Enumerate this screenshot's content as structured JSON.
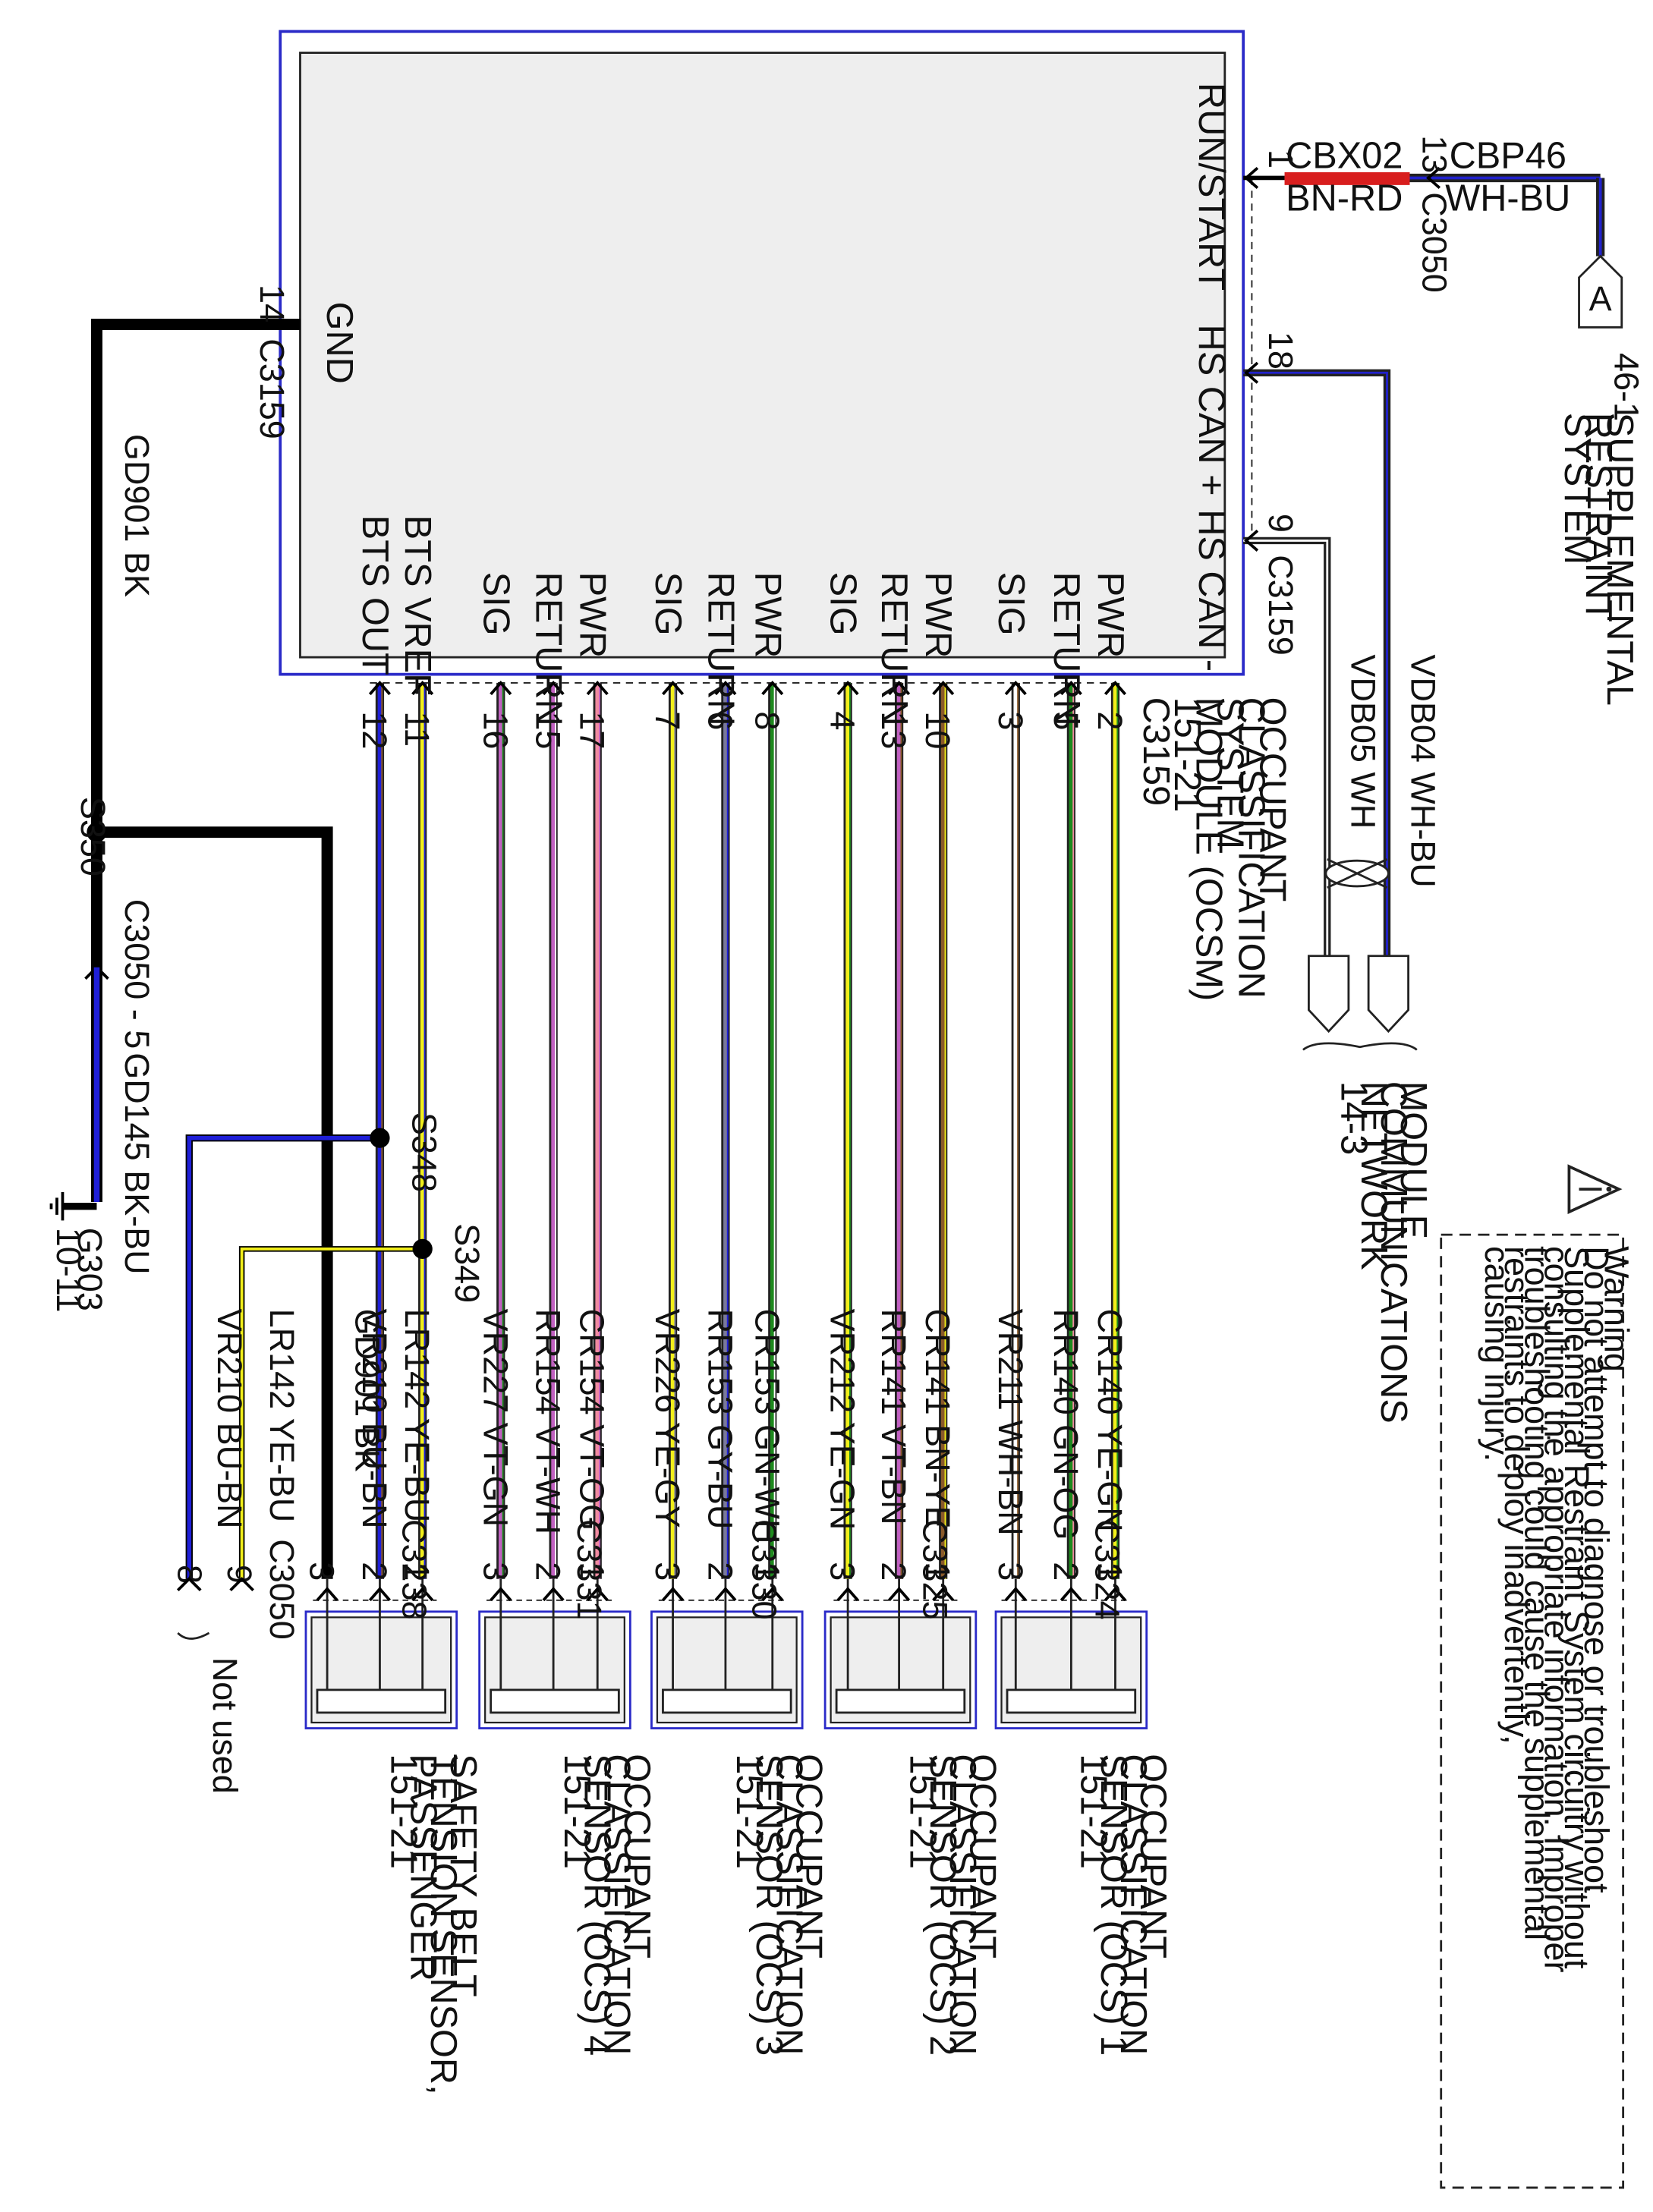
{
  "colors": {
    "BK": "#000000",
    "BU": "#1f1fd8",
    "YE": "#f2ef1a",
    "GN": "#1e8a1e",
    "WH": "#ffffff",
    "GY": "#7a7a9a",
    "VT": "#c060c0",
    "OG": "#f08aa0",
    "BN": "#8a5a2a",
    "RD": "#d81e1e",
    "PK": "#f080c0",
    "module_fill": "#eeeeee",
    "frame": "#2a2ac8"
  },
  "module": {
    "title": [
      "OCCUPANT",
      "CLASSIFICATION",
      "SYSTEM",
      "MODULE (OCSM)",
      "151-21"
    ],
    "connector": "C3159",
    "left_pins": [
      {
        "label": "RUN/START",
        "pin": "1"
      },
      {
        "label": "HS CAN +",
        "pin": "18"
      },
      {
        "label": "HS CAN -",
        "pin": "9",
        "conn": "C3159"
      }
    ],
    "gnd": {
      "label": "GND",
      "pin": "14",
      "conn": "C3159"
    }
  },
  "top_side": {
    "cbx02": "CBX02",
    "cbx02_color": "BN-RD",
    "c3050_pin": "13",
    "c3050": "C3050",
    "cbp46": "CBP46",
    "cbp46_color": "WH-BU",
    "sr_marker": "A",
    "sr_ref": "46-1",
    "sr_title": [
      "SUPPLEMENTAL",
      "RESTRAINT",
      "SYSTEM"
    ]
  },
  "network": {
    "vdb04": "VDB04  WH-BU",
    "vdb05": "VDB05  WH",
    "title": [
      "MODULE",
      "COMMUNICATIONS",
      "NETWORK",
      "14-3"
    ]
  },
  "ground": {
    "wire1": "GD901  BK",
    "splice": "S350",
    "conn": "C3050 - 5",
    "wire2": "GD145  BK-BU",
    "g": "G303",
    "gref": "10-11"
  },
  "pins": [
    {
      "func": "PWR",
      "pin": "2",
      "code": "CR140  YE-GN",
      "c1": "YE",
      "c2": "GN"
    },
    {
      "func": "RETURN",
      "pin": "5",
      "code": "RR140  GN-OG",
      "c1": "GN",
      "c2": "OG"
    },
    {
      "func": "SIG",
      "pin": "3",
      "code": "VR211  WH-BN",
      "c1": "WH",
      "c2": "BN"
    },
    {
      "func": "PWR",
      "pin": "10",
      "code": "CR141  BN-YE",
      "c1": "BN",
      "c2": "YE"
    },
    {
      "func": "RETURN",
      "pin": "13",
      "code": "RR141  VT-BN",
      "c1": "VT",
      "c2": "BN"
    },
    {
      "func": "SIG",
      "pin": "4",
      "code": "VR212  YE-GN",
      "c1": "YE",
      "c2": "GN"
    },
    {
      "func": "PWR",
      "pin": "8",
      "code": "CR153  GN-WH",
      "c1": "GN",
      "c2": "WH"
    },
    {
      "func": "RETURN",
      "pin": "6",
      "code": "RR153  GY-BU",
      "c1": "GY",
      "c2": "BU"
    },
    {
      "func": "SIG",
      "pin": "7",
      "code": "VR226  YE-GY",
      "c1": "YE",
      "c2": "GY"
    },
    {
      "func": "PWR",
      "pin": "17",
      "code": "CR154  VT-OG",
      "c1": "OG",
      "c2": "VT"
    },
    {
      "func": "RETURN",
      "pin": "15",
      "code": "RR154  VT-WH",
      "c1": "VT",
      "c2": "WH"
    },
    {
      "func": "SIG",
      "pin": "16",
      "code": "VR227  VT-GN",
      "c1": "VT",
      "c2": "GN"
    },
    {
      "func": "BTS VREF",
      "pin": "11",
      "code": "LR142  YE-BU",
      "c1": "YE",
      "c2": "BU"
    },
    {
      "func": "BTS OUT",
      "pin": "12",
      "code": "VR210  BU-BN",
      "c1": "BU",
      "c2": "BN"
    }
  ],
  "sensor_conns": [
    "C3324",
    "C3325",
    "C3330",
    "C3331",
    "C3238"
  ],
  "sensor_pin_nums": [
    "1",
    "2",
    "3"
  ],
  "sensors": [
    {
      "title": [
        "OCCUPANT",
        "CLASSIFICATION",
        "SENSOR (OCS) 1",
        "151-21"
      ]
    },
    {
      "title": [
        "OCCUPANT",
        "CLASSIFICATION",
        "SENSOR (OCS) 2",
        "151-21"
      ]
    },
    {
      "title": [
        "OCCUPANT",
        "CLASSIFICATION",
        "SENSOR (OCS) 3",
        "151-21"
      ]
    },
    {
      "title": [
        "OCCUPANT",
        "CLASSIFICATION",
        "SENSOR (OCS) 4",
        "151-21"
      ]
    },
    {
      "title": [
        "SAFETY BELT",
        "TENSION SENSOR,",
        "PASSENGER",
        "151-21"
      ]
    }
  ],
  "belt": {
    "gd901": "GD901  BK",
    "s348": "S348",
    "s349": "S349",
    "lr142b": "LR142  YE-BU",
    "vr210b": "VR210  BU-BN",
    "c3050": "C3050",
    "pin9": "9",
    "pin8": "8",
    "not_used": "Not used"
  },
  "warning": {
    "lines": [
      "Warning",
      "Do not attempt to diagnose or troubleshoot",
      "Supplemental Restraint System circuitry without",
      "consulting the appropriate information. Improper",
      "troubleshooting could cause the supplemental",
      "restraints to deploy inadvertently,",
      "causing injury."
    ]
  }
}
